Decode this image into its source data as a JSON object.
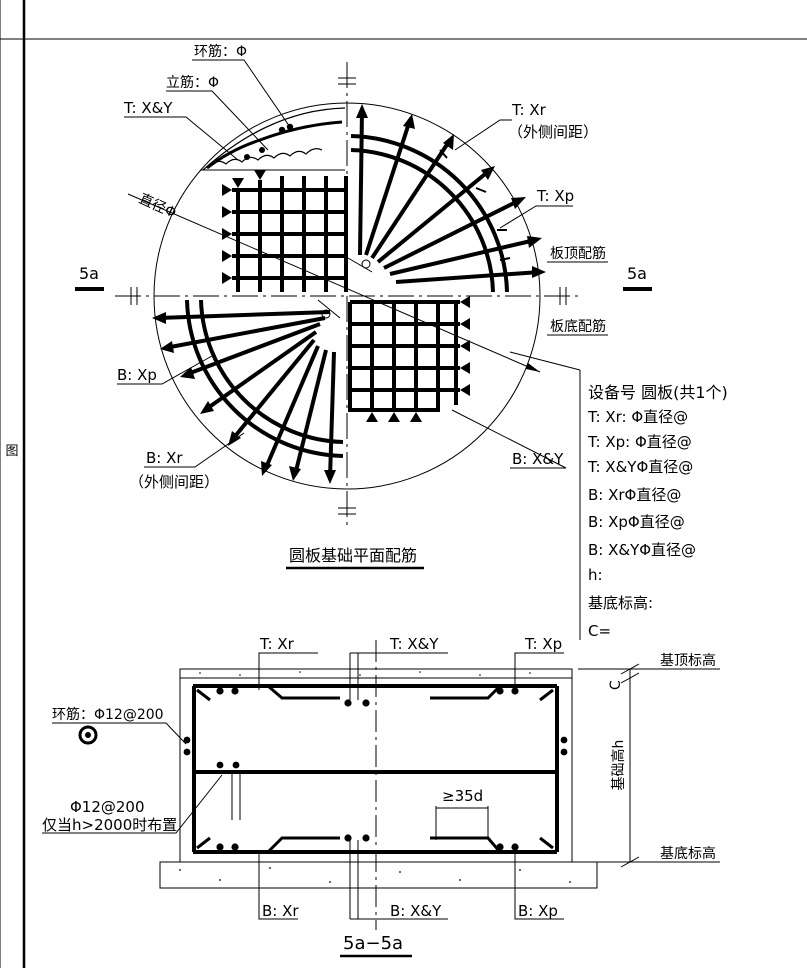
{
  "side_label": "图",
  "plan": {
    "ring_bar": "环筋：Φ",
    "vertical_bar": "立筋：Φ",
    "top_xy": "T: X&Y",
    "diameter": "直径Φ",
    "top_xr": "T: Xr",
    "top_xr_note": "（外侧间距）",
    "top_xp": "T: Xp",
    "slab_top": "板顶配筋",
    "slab_bottom": "板底配筋",
    "section_left": "5a",
    "section_right": "5a",
    "bottom_xp": "B: Xp",
    "bottom_xr": "B: Xr",
    "bottom_xr_note": "（外侧间距）",
    "bottom_xy": "B: X&Y",
    "title": "圆板基础平面配筋"
  },
  "schedule": {
    "header": "设备号  圆板(共1个)",
    "rows": [
      "T: Xr: Φ直径@",
      "T: Xp: Φ直径@",
      "T: X&YΦ直径@",
      "B: XrΦ直径@",
      "B: XpΦ直径@",
      "B: X&YΦ直径@",
      "h:",
      "基底标高:",
      "C="
    ]
  },
  "section": {
    "top_xr": "T: Xr",
    "top_xy": "T: X&Y",
    "top_xp": "T: Xp",
    "top_level": "基顶标高",
    "bottom_level": "基底标高",
    "c_label": "C",
    "height_label": "基础高h",
    "hoop": "环筋：Φ12@200",
    "mid_bar": "Φ12@200",
    "mid_note": "仅当h>2000时布置",
    "lap": "≥35d",
    "bottom_xr": "B: Xr",
    "bottom_xy": "B: X&Y",
    "bottom_xp": "B: Xp",
    "title": "5a−5a"
  }
}
